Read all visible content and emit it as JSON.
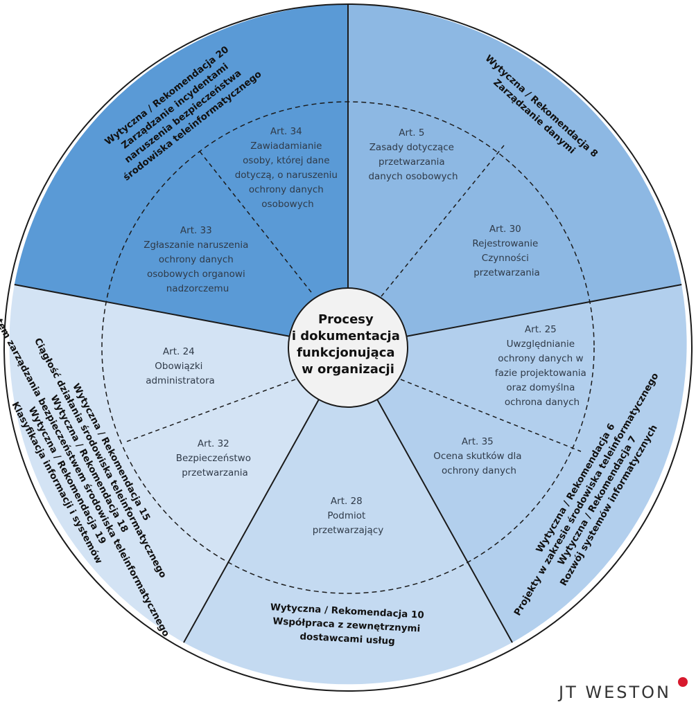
{
  "center": {
    "lines": [
      "Procesy",
      "i dokumentacja",
      "funkcjonująca",
      "w organizacji"
    ]
  },
  "sectors": [
    {
      "id": "top-right",
      "color": "#8db8e3",
      "guidelines": [
        "Wytyczna / Rekomendacja 8",
        "Zarządzanie danymi"
      ],
      "articles": [
        {
          "id": "art5",
          "lines": [
            "Art. 5",
            "Zasady dotyczące",
            "przetwarzania",
            "danych osobowych"
          ]
        },
        {
          "id": "art30",
          "lines": [
            "Art. 30",
            "Rejestrowanie",
            "Czynności",
            "przetwarzania"
          ]
        }
      ]
    },
    {
      "id": "right",
      "color": "#b2cfed",
      "guidelines": [
        "Wytyczna / Rekomendacja 6",
        "Projekty w zakresie środowiska teleinformatycznego",
        "Wytyczna / Rekomendacja 7",
        "Rozwój systemów informatycznych"
      ],
      "articles": [
        {
          "id": "art25",
          "lines": [
            "Art. 25",
            "Uwzględnianie",
            "ochrony danych w",
            "fazie projektowania",
            "oraz domyślna",
            "ochrona danych"
          ]
        },
        {
          "id": "art35",
          "lines": [
            "Art. 35",
            "Ocena skutków dla",
            "ochrony danych"
          ]
        }
      ]
    },
    {
      "id": "bottom",
      "color": "#c4daf1",
      "guidelines": [
        "Wytyczna / Rekomendacja 10",
        "Współpraca z zewnętrznymi",
        "dostawcami usług"
      ],
      "articles": [
        {
          "id": "art28",
          "lines": [
            "Art. 28",
            "Podmiot",
            "przetwarzający"
          ]
        }
      ]
    },
    {
      "id": "left",
      "color": "#d3e3f4",
      "guidelines": [
        "Wytyczna / Rekomendacja 15",
        "Ciągłość działania środowiska teleinformatycznego",
        "Wytyczna / Rekomendacja 18",
        "System zarządzania bezpieczeństwem środowiska teleinformatycznego",
        "Wytyczna / Rekomendacja 19",
        "Klasyfikacja informacji i systemów"
      ],
      "articles": [
        {
          "id": "art24",
          "lines": [
            "Art. 24",
            "Obowiązki",
            "administratora"
          ]
        },
        {
          "id": "art32",
          "lines": [
            "Art. 32",
            "Bezpieczeństwo",
            "przetwarzania"
          ]
        }
      ]
    },
    {
      "id": "top-left",
      "color": "#5a9ad6",
      "guidelines": [
        "Wytyczna / Rekomendacja 20",
        "Zarządzanie incydentami",
        "naruszenia bezpieczeństwa",
        "środowiska teleinformatycznego"
      ],
      "articles": [
        {
          "id": "art34",
          "lines": [
            "Art. 34",
            "Zawiadamianie",
            "osoby, której dane",
            "dotyczą, o naruszeniu",
            "ochrony danych",
            "osobowych"
          ]
        },
        {
          "id": "art33",
          "lines": [
            "Art. 33",
            "Zgłaszanie naruszenia",
            "ochrony danych",
            "osobowych organowi",
            "nadzorczemu"
          ]
        }
      ]
    }
  ],
  "brand": {
    "text": "JT WESTON",
    "dot_color": "#d7192d"
  }
}
